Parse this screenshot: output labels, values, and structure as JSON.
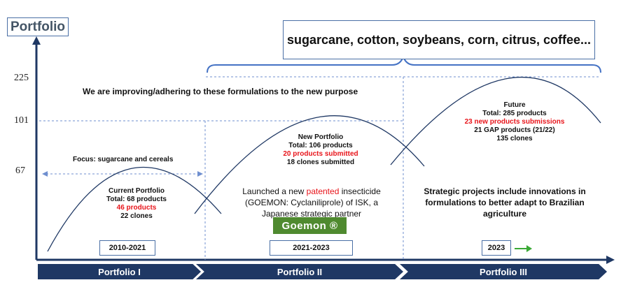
{
  "y_axis": {
    "title": "Portfolio",
    "ticks": [
      "225",
      "101",
      "67"
    ]
  },
  "top_banner": "sugarcane, cotton, soybeans, corn, citrus, coffee...",
  "improving_text": "We are improving/adhering to these formulations to the new purpose",
  "focus_text": "Focus: sugarcane and cereals",
  "current": {
    "title": "Current Portfolio",
    "total": "Total: 68 products",
    "highlight": "46 products",
    "clones": "22 clones",
    "period": "2010-2021"
  },
  "new": {
    "title": "New Portfolio",
    "total": "Total: 106 products",
    "highlight": "20 products submitted",
    "clones": "18 clones submitted",
    "period": "2021-2023",
    "desc_before": "Launched a new ",
    "desc_highlight": "patented",
    "desc_after": " insecticide (GOEMON: Cyclaniliprole) of ISK, a Japanese strategic partner",
    "logo": "Goemon ®"
  },
  "future": {
    "title": "Future",
    "total": "Total: 285 products",
    "highlight": "23 new products submissions",
    "gap": "21 GAP products (21/22)",
    "clones": "135 clones",
    "period": "2023",
    "desc": "Strategic projects include innovations in formulations to better adapt to Brazilian agriculture"
  },
  "phases": [
    "Portfolio I",
    "Portfolio II",
    "Portfolio III"
  ],
  "colors": {
    "axis": "#1f3864",
    "dashed": "#6f8fcf",
    "brace": "#4472c4",
    "highlight": "#e8141a",
    "logo": "#4f8a2f",
    "arrow_green": "#3aa935"
  }
}
